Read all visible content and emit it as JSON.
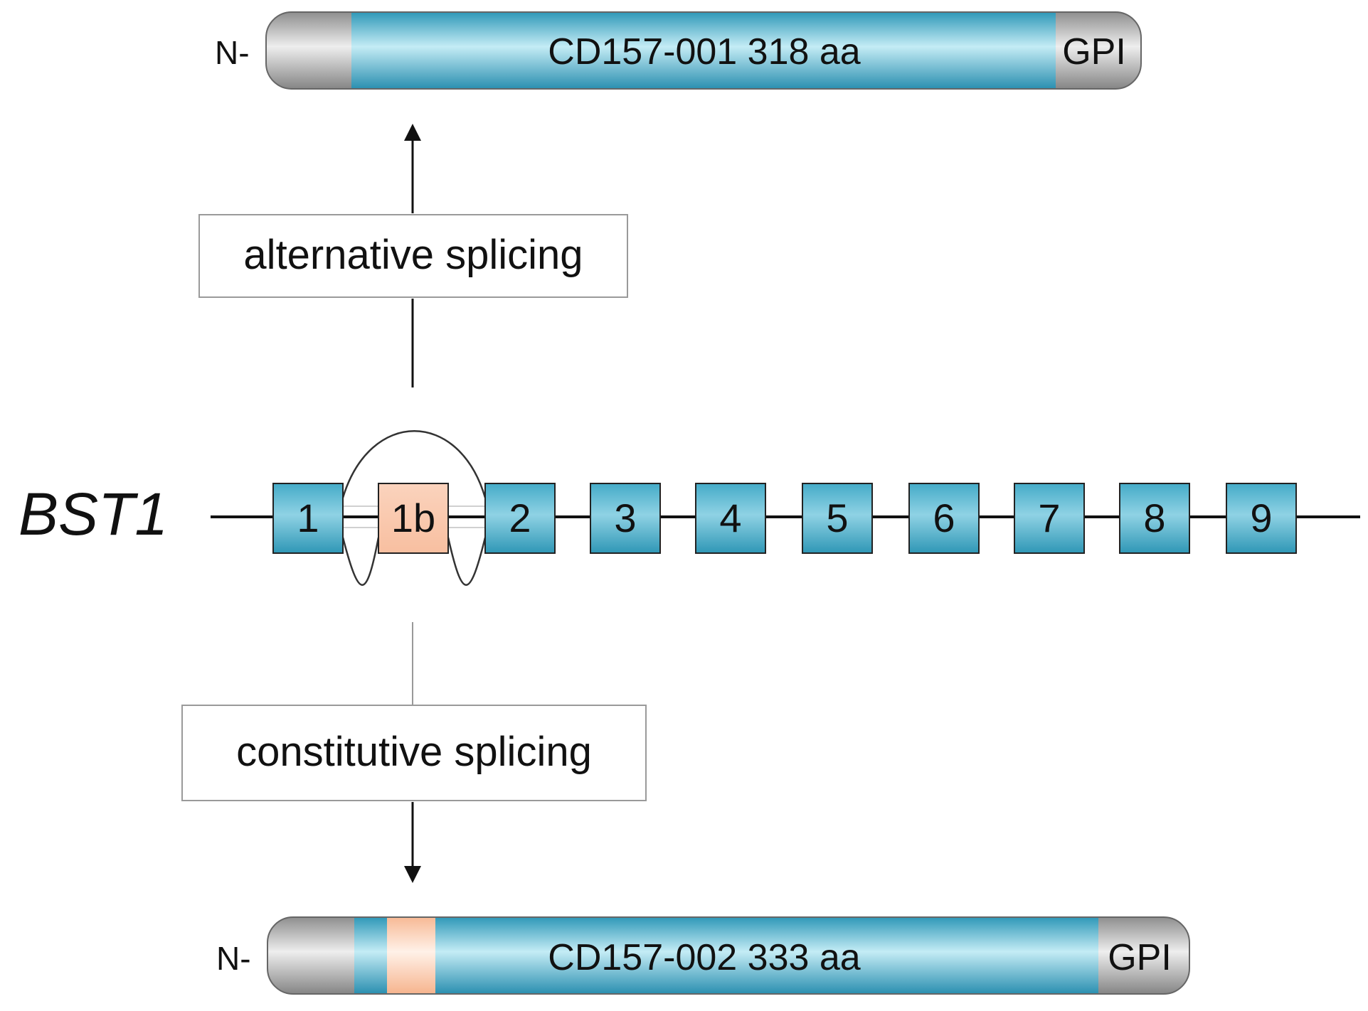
{
  "gene": {
    "name": "BST1",
    "exons": [
      "1",
      "1b",
      "2",
      "3",
      "4",
      "5",
      "6",
      "7",
      "8",
      "9"
    ]
  },
  "top_protein": {
    "n_terminus": "N-",
    "name": "CD157-001 318 aa",
    "c_terminus": "GPI"
  },
  "bottom_protein": {
    "n_terminus": "N-",
    "name": "CD157-002 333 aa",
    "c_terminus": "GPI"
  },
  "labels": {
    "alternative": "alternative splicing",
    "constitutive": "constitutive splicing"
  },
  "colors": {
    "exon": "#3aa6c4",
    "exon_highlight": "#bfe9f3",
    "alt_exon": "#fbc9ad",
    "alt_exon_highlight": "#fde6d8",
    "cap": "#9a9a9a",
    "cap_highlight": "#e6e6e6",
    "line": "#1a1a1a"
  }
}
